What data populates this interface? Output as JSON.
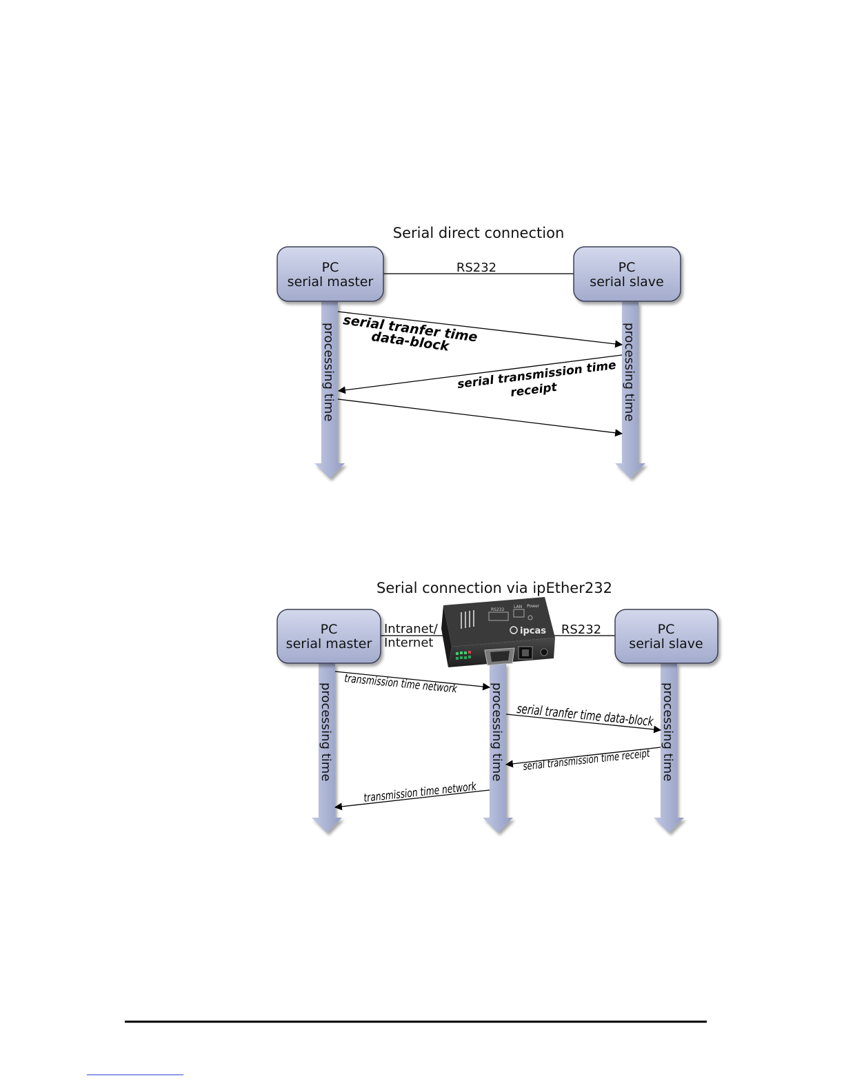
{
  "diagram1": {
    "title": "Serial direct connection",
    "left_node": {
      "line1": "PC",
      "line2": "serial master"
    },
    "right_node": {
      "line1": "PC",
      "line2": "serial slave"
    },
    "link_label": "RS232",
    "left_axis_label": "processing time",
    "right_axis_label": "processing time",
    "message1": {
      "line1": "serial tranfer time",
      "line2": "data-block"
    },
    "message2": {
      "line1": "serial transmission time",
      "line2": "receipt"
    }
  },
  "diagram2": {
    "title": "Serial connection via ipEther232",
    "left_node": {
      "line1": "PC",
      "line2": "serial master"
    },
    "right_node": {
      "line1": "PC",
      "line2": "serial slave"
    },
    "network_label": {
      "line1": "Intranet/",
      "line2": "Internet"
    },
    "link_label": "RS232",
    "device": {
      "brand": "ipcas",
      "port_rs232": "RS232",
      "port_lan": "LAN",
      "port_power": "Power"
    },
    "left_axis_label": "processing time",
    "middle_axis_label": "processing time",
    "right_axis_label": "processing time",
    "message1": "transmission time network",
    "message2": "serial tranfer time data-block",
    "message3": "serial transmission time receipt",
    "message4": "transmission time network"
  },
  "colors": {
    "box_fill_top": "#cdd3e8",
    "box_fill_bottom": "#a6aed0",
    "timeline_fill": "#a9b2d2",
    "device_body": "#2b2b2b"
  }
}
